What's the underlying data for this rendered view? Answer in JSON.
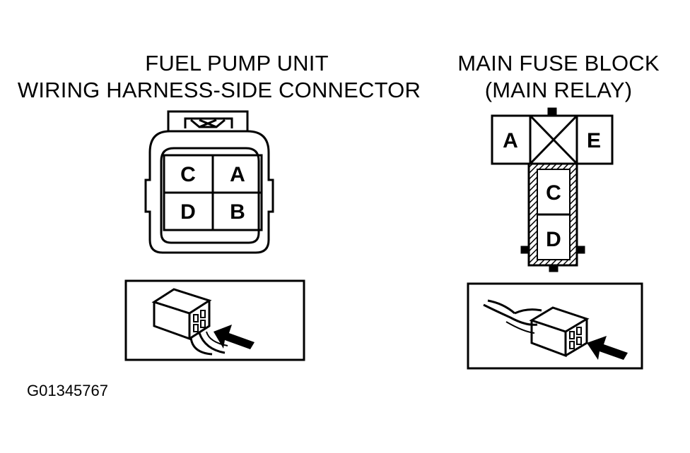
{
  "left": {
    "title_line1": "FUEL PUMP UNIT",
    "title_line2": "WIRING HARNESS-SIDE CONNECTOR",
    "terminals": [
      "C",
      "A",
      "D",
      "B"
    ]
  },
  "right": {
    "title_line1": "MAIN FUSE BLOCK",
    "title_line2": "(MAIN RELAY)",
    "terminals": [
      "A",
      "E",
      "C",
      "D"
    ]
  },
  "figure_id": "G01345767"
}
